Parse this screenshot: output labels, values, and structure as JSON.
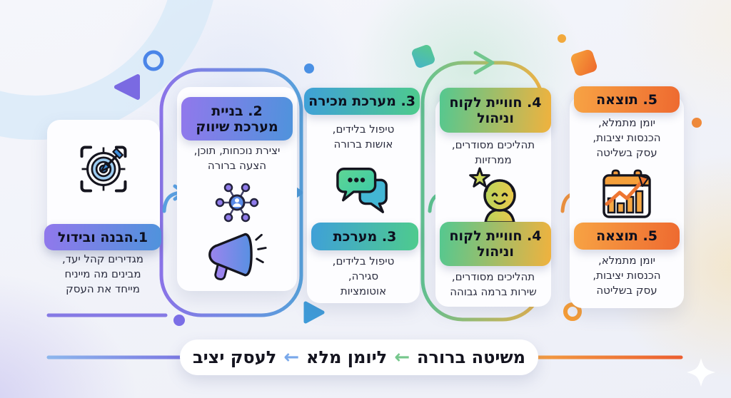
{
  "steps": {
    "step1": {
      "badge": "1.הבנה ובידול",
      "description": "מגדירים קהל יעד,\nמבינים מה מייניח\nמייחד את העסק",
      "icon": "target-icon"
    },
    "step2": {
      "badge": "2. בניית\nמערכת שיווק",
      "description": "יצירת נוכחות, תוכן,\nהצעה ברורה",
      "icons": [
        "network-icon",
        "megaphone-icon"
      ]
    },
    "step3": {
      "badge_top": "3. מערכת מכירה",
      "description_top": "טיפול בלידים,\nאושות ברורה",
      "icon": "chat-bubbles-icon",
      "badge_bottom": "3. מערכת",
      "description_bottom": "טיפול בלידים,\nסגירה,\nאוטומציות"
    },
    "step4": {
      "badge_top": "4. חוויית לקוח\nוניהול",
      "description_top": "תהליכים מסודרים,\nממרזיות",
      "icon": "customer-star-icon",
      "badge_bottom": "4. חוויית לקוח\nוניהול",
      "description_bottom": "תהליכים מסודרים,\nשירות ברמה גבוהה"
    },
    "step5": {
      "badge_top": "5. תוצאה",
      "description_top": "יומן מתמלא,\nהכנסות יציבות,\nעסק בשליטה",
      "icon": "calendar-chart-icon",
      "badge_bottom": "5. תוצאה",
      "description_bottom": "יומן מתמלא,\nהכנסות יציבות,\nעסק בשליטה"
    }
  },
  "banner": {
    "text_1": "משיטה ברורה",
    "arrow_1": "←",
    "text_2": "ליומן מלא",
    "arrow_2": "←",
    "text_3": "לעסק יציב",
    "arrow_1_color": "#76c78c",
    "arrow_2_color": "#79a8ea"
  },
  "colors": {
    "purple": "#8b74e8",
    "blue": "#54a0dc",
    "green": "#57c98e",
    "yellow": "#ecb246",
    "orange": "#ee6a30"
  }
}
